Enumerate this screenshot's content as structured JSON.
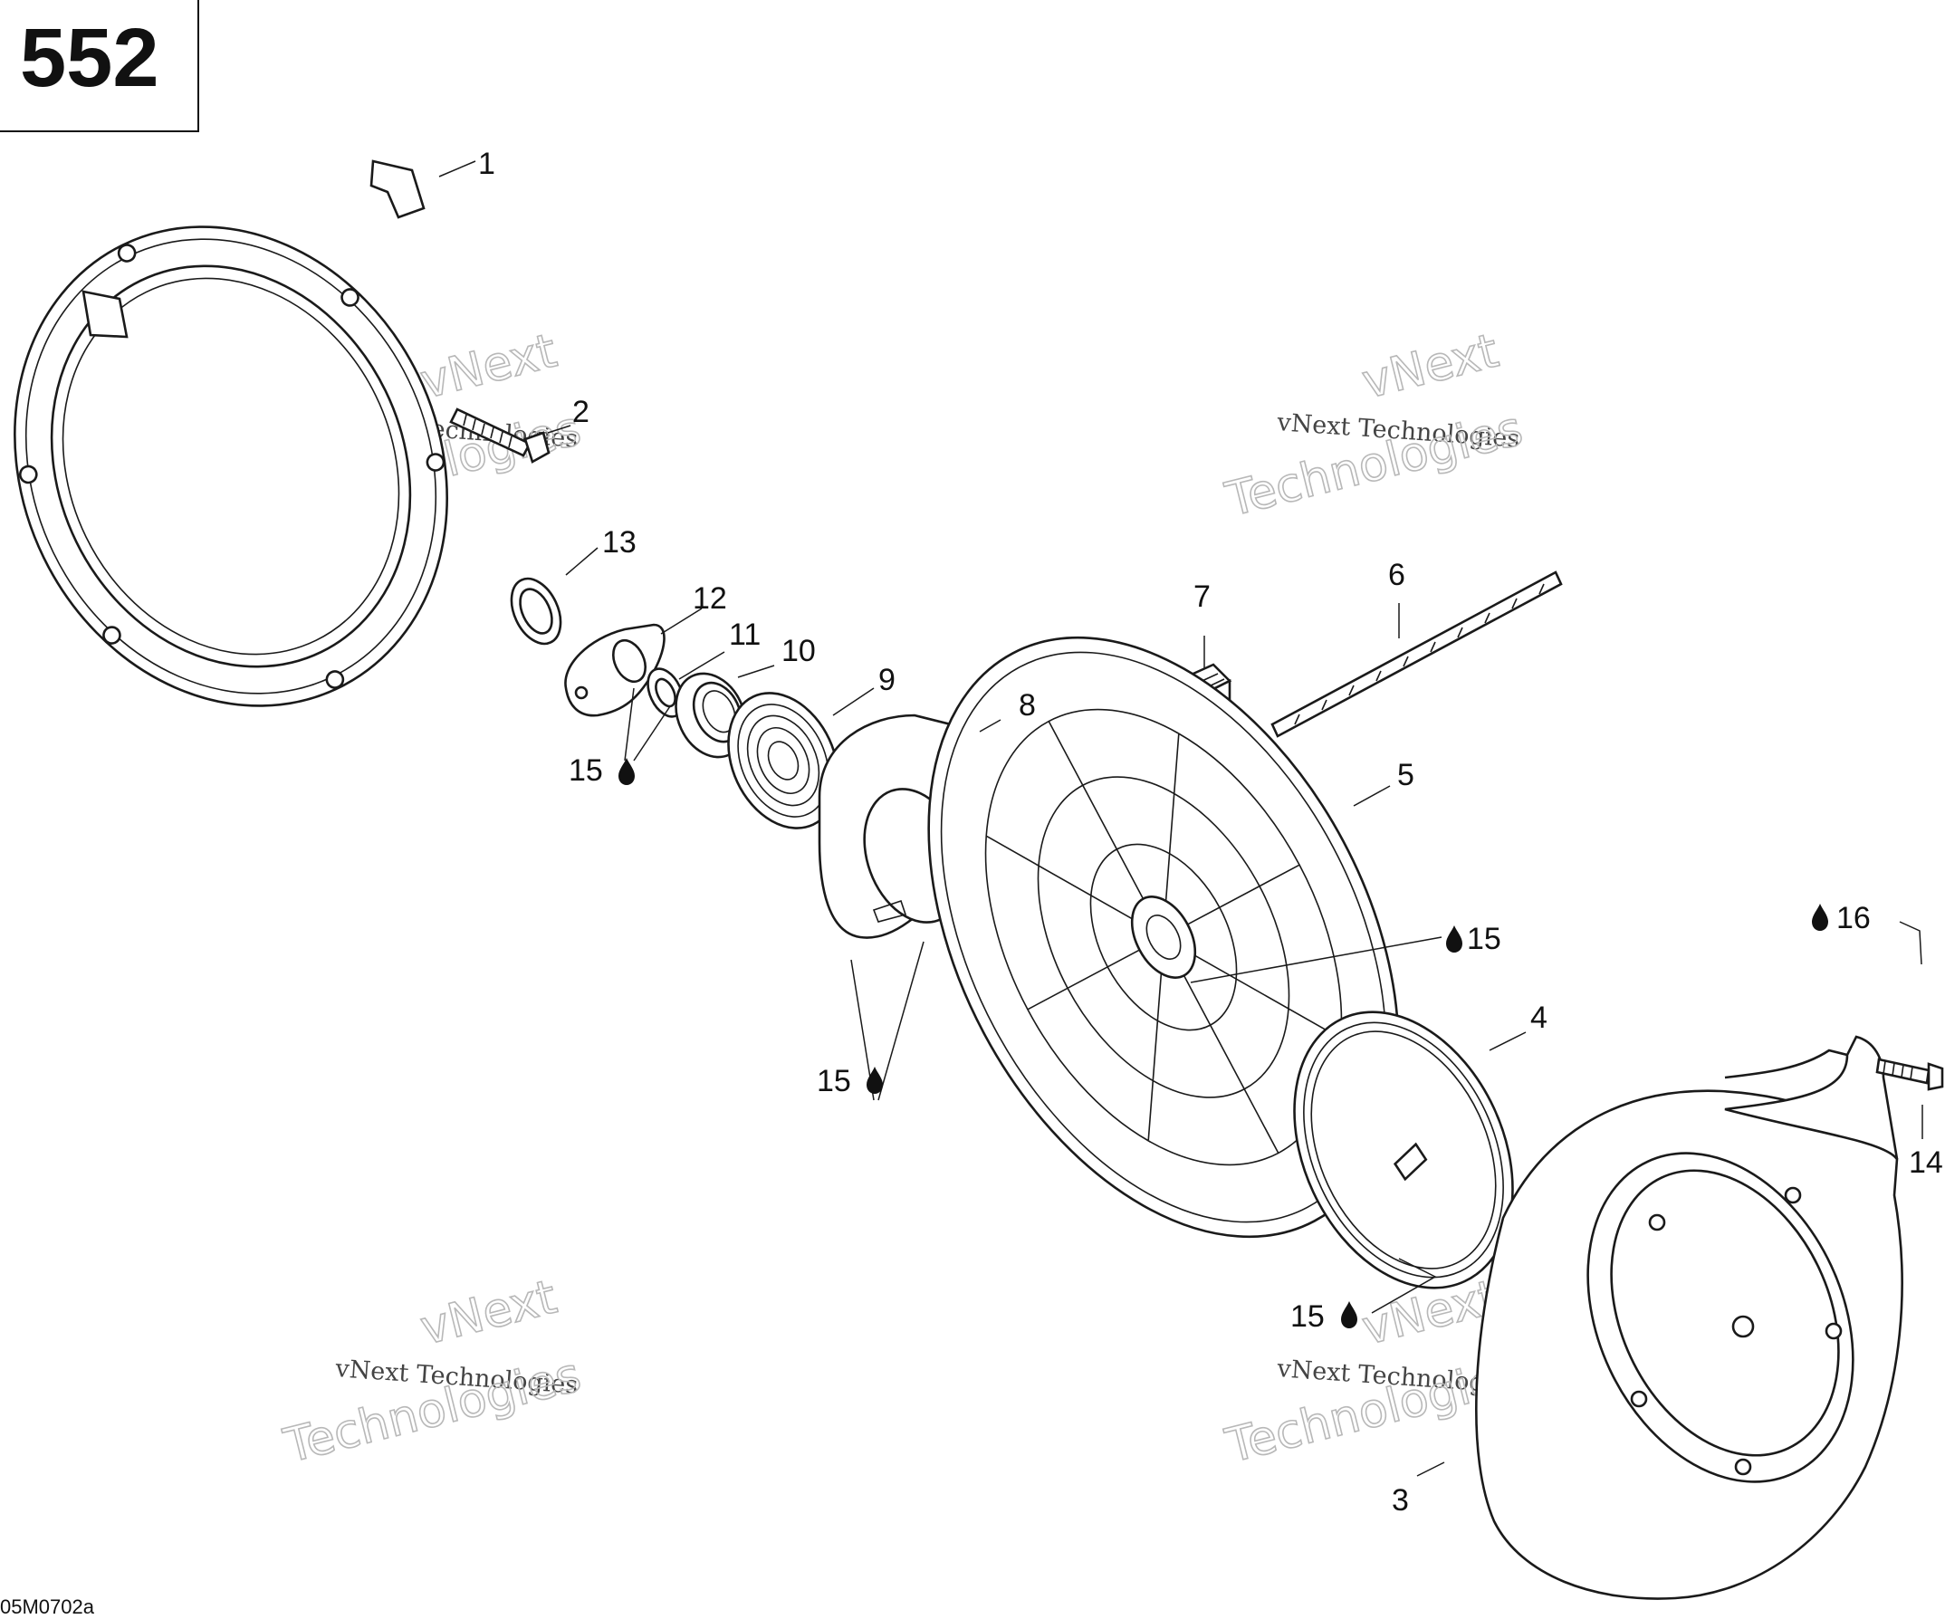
{
  "page_number": "552",
  "figure_code": "05M0702a",
  "watermark": {
    "line_1": "vNext Technologies",
    "logo_line_1": "vNext",
    "logo_line_2": "Technologies"
  },
  "callouts": {
    "c1": "1",
    "c2": "2",
    "c3": "3",
    "c4": "4",
    "c5": "5",
    "c6": "6",
    "c7": "7",
    "c8": "8",
    "c9": "9",
    "c10": "10",
    "c11": "11",
    "c12": "12",
    "c13": "13",
    "c14": "14",
    "c15": "15",
    "c16": "16"
  },
  "icons": {
    "lubricant": "oil-drop-icon"
  }
}
